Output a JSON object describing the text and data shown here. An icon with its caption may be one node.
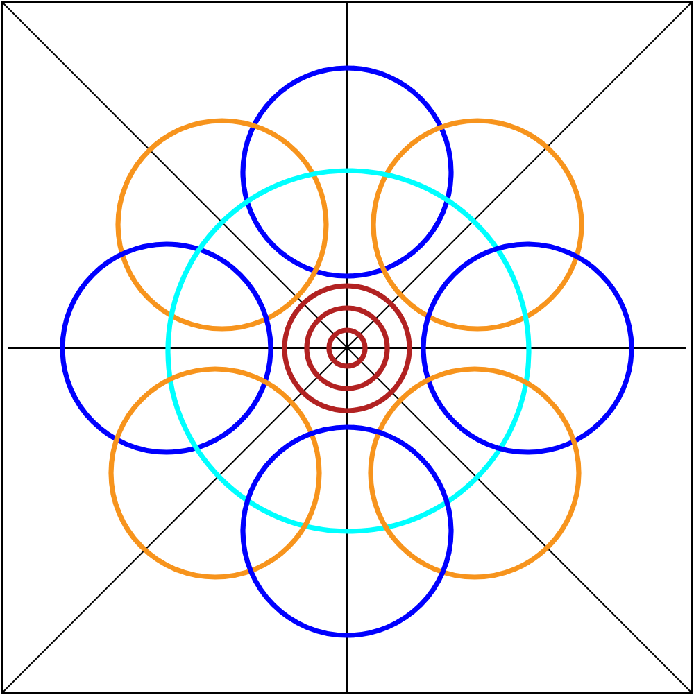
{
  "diagram": {
    "nodes": [
      {
        "text": [],
        "shape": "circle"
      },
      {
        "text": [],
        "shape": "circle"
      },
      {
        "text": [],
        "shape": "circle"
      },
      {
        "text": [],
        "shape": "circle"
      },
      {
        "text": [],
        "shape": "circle"
      },
      {
        "text": [],
        "shape": "circle",
        "in": 4
      },
      {
        "text": [],
        "shape": "circle",
        "in": 5
      },
      {
        "text": [],
        "shape": "circle",
        "in": 6
      },
      {
        "text": [],
        "shape": "circle"
      },
      {
        "text": [],
        "shape": "circle"
      },
      {
        "text": [],
        "shape": "circle"
      },
      {
        "text": [],
        "shape": "circle"
      }
    ]
  }
}
